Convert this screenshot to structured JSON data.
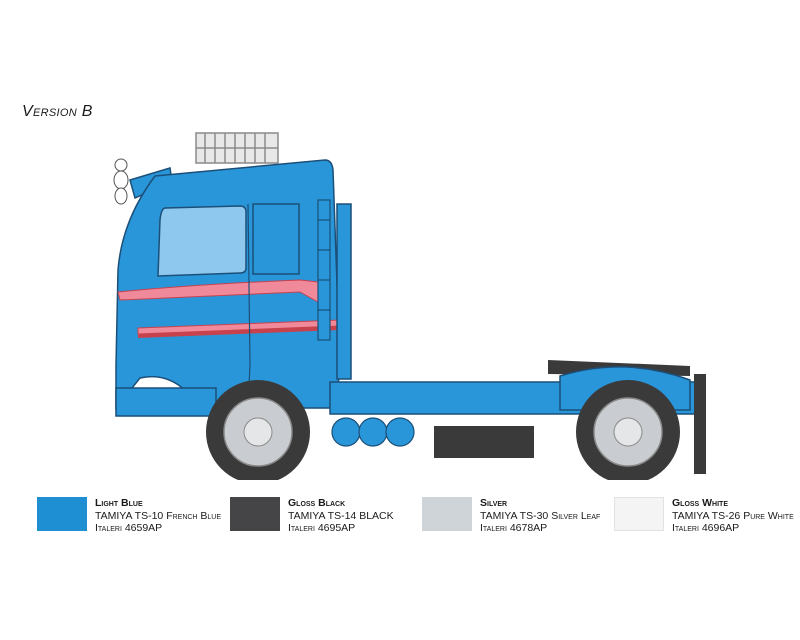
{
  "version_title": "Version B",
  "paints": [
    {
      "name": "Light Blue",
      "line1": "TAMIYA TS-10 French Blue",
      "line2": "Italeri 4659AP",
      "color": "#1e8fd2"
    },
    {
      "name": "Gloss Black",
      "line1": "TAMIYA TS-14 BLACK",
      "line2": "Italeri 4695AP",
      "color": "#454548"
    },
    {
      "name": "Silver",
      "line1": "TAMIYA TS-30 Silver Leaf",
      "line2": "Italeri 4678AP",
      "color": "#cfd4d8"
    },
    {
      "name": "Gloss White",
      "line1": "TAMIYA TS-26 Pure White",
      "line2": "Italeri 4696AP",
      "color": "#f4f4f4"
    }
  ],
  "colors": {
    "truck_body": "#2a96da",
    "truck_outline": "#1b4f78",
    "window": "#8fc8ee",
    "stripe_pink": "#f08a9a",
    "stripe_red": "#c8424e",
    "tyre": "#3a3a3a",
    "rim": "#c9ccd0"
  }
}
